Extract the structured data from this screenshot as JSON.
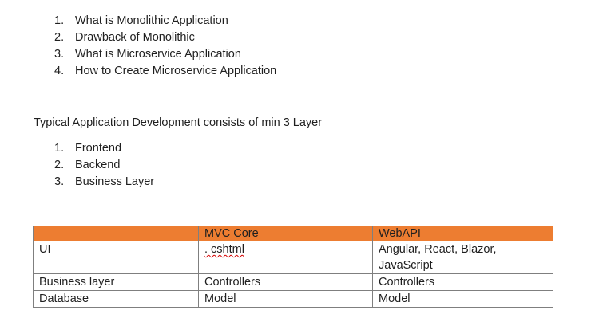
{
  "topics": [
    {
      "num": "1.",
      "text": "What is Monolithic Application"
    },
    {
      "num": "2.",
      "text": "Drawback of Monolithic"
    },
    {
      "num": "3.",
      "text": "What is Microservice Application"
    },
    {
      "num": "4.",
      "text": "How to Create Microservice Application"
    }
  ],
  "intro": "Typical Application Development consists of min 3 Layer",
  "layers": [
    {
      "num": "1.",
      "text": "Frontend"
    },
    {
      "num": "2.",
      "text": "Backend"
    },
    {
      "num": "3.",
      "text": "Business Layer"
    }
  ],
  "table": {
    "header": [
      "",
      "MVC Core",
      "WebAPI"
    ],
    "rows": [
      [
        "UI",
        ". cshtml",
        "Angular, React, Blazor, JavaScript"
      ],
      [
        "Business layer",
        "Controllers",
        "Controllers"
      ],
      [
        "Database",
        "Model",
        "Model"
      ]
    ]
  },
  "colors": {
    "header_fill": "#ed7d31",
    "border": "#7f7f7f",
    "spellcheck": "#d40000"
  }
}
